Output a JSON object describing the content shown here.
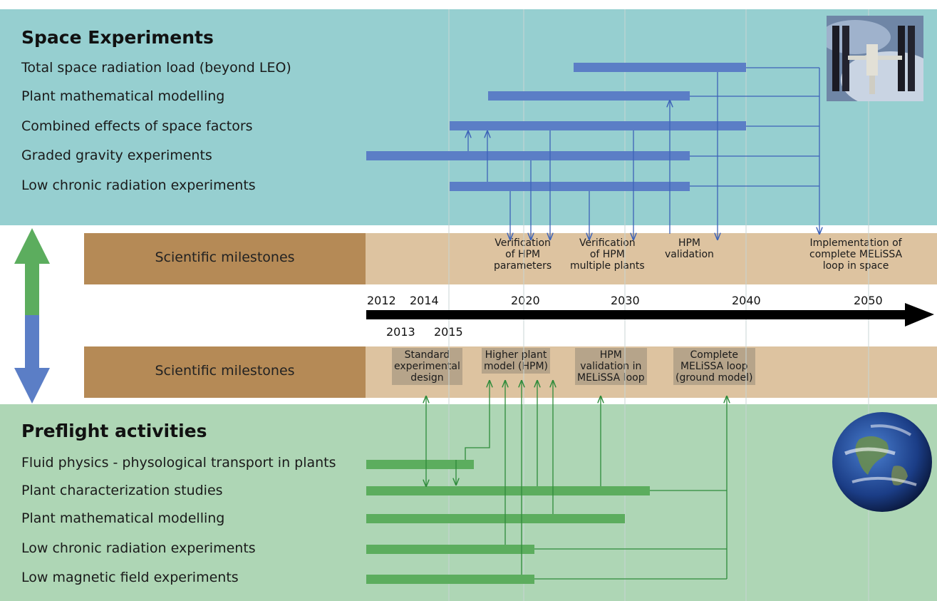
{
  "space": {
    "title": "Space Experiments",
    "rows": [
      "Total space radiation load (beyond LEO)",
      "Plant mathematical modelling",
      "Combined effects of space factors",
      "Graded gravity experiments",
      "Low chronic radiation experiments"
    ]
  },
  "milestones": {
    "label_top": "Scientific milestones",
    "label_bottom": "Scientific milestones",
    "top_items": [
      "Verification\nof HPM\nparameters",
      "Verification\nof HPM\nmultiple plants",
      "HPM\nvalidation",
      "Implementation of\ncomplete MELiSSA\nloop in space"
    ],
    "bottom_items": [
      "Standard\nexperimental\ndesign",
      "Higher plant\nmodel (HPM)",
      "HPM\nvalidation in\nMELiSSA loop",
      "Complete\nMELiSSA loop\n(ground model)"
    ]
  },
  "timeline": {
    "years_upper": [
      "2012",
      "2014",
      "2020",
      "2030",
      "2040",
      "2050"
    ],
    "years_lower": [
      "2013",
      "2015"
    ]
  },
  "preflight": {
    "title": "Preflight activities",
    "rows": [
      "Fluid physics - physological transport in plants",
      "Plant characterization studies",
      "Plant mathematical modelling",
      "Low chronic radiation experiments",
      "Low magnetic field experiments"
    ]
  },
  "colors": {
    "space_band": "#96cfd0",
    "preflight_band": "#aed6b5",
    "space_bar": "#5b7ec6",
    "preflight_bar": "#5cad5e",
    "milestone_box": "#b58a56",
    "milestone_band": "#ddc3a0"
  },
  "icons": [
    "space-station-image",
    "earth-globe-image",
    "double-headed-arrow-icon",
    "timeline-arrow-icon"
  ]
}
